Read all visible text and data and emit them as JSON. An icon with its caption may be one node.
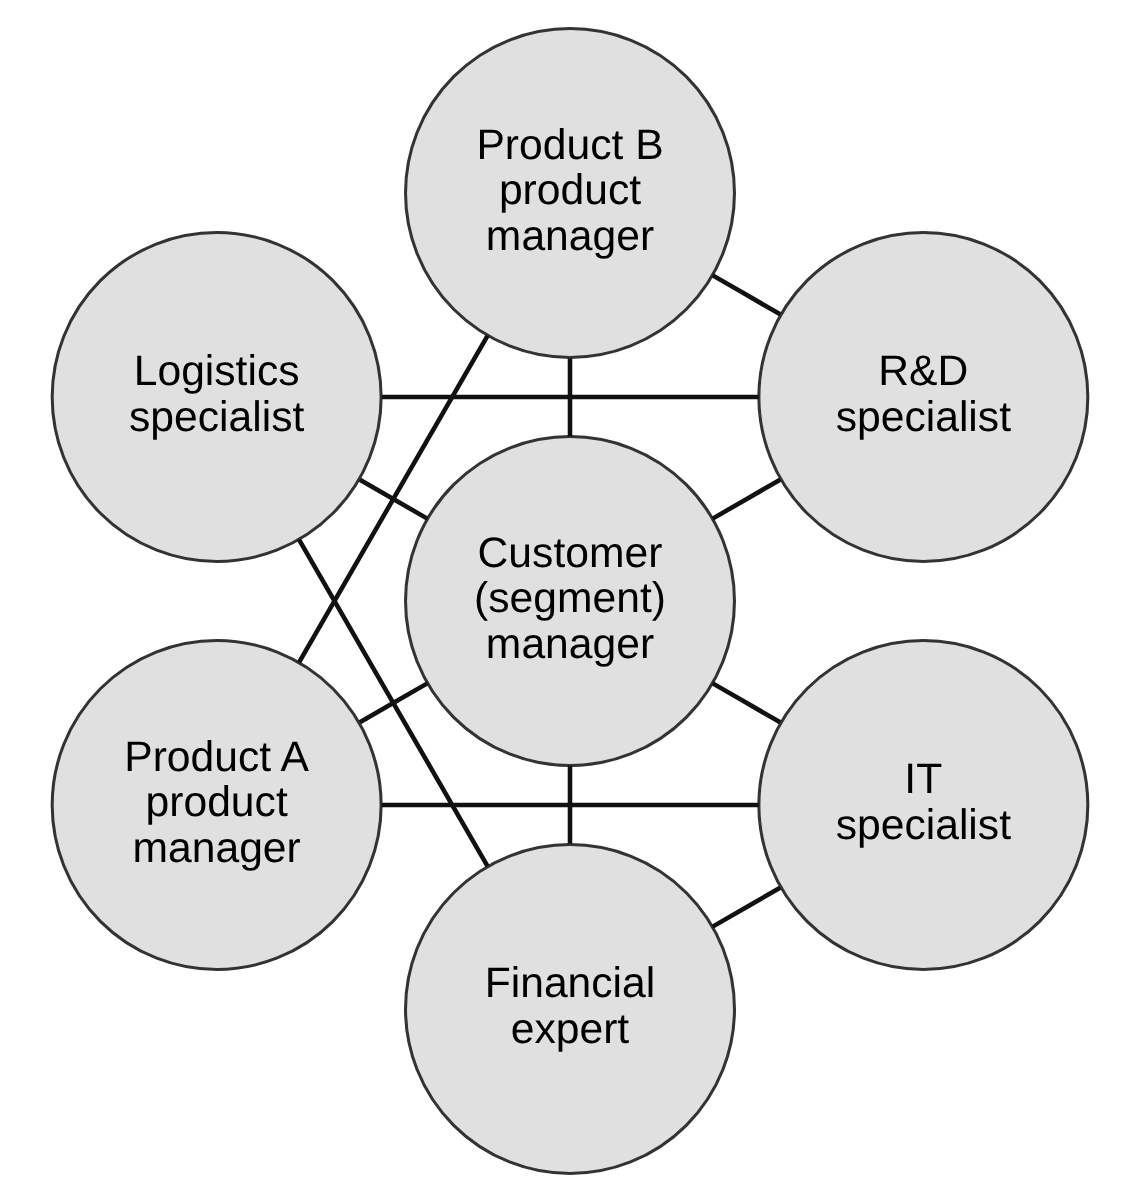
{
  "diagram": {
    "nodes": [
      {
        "text": [
          "R&D specialist"
        ]
      },
      {
        "text": [
          "Product B product manager"
        ]
      },
      {
        "text": [
          "Logistics specialist"
        ]
      },
      {
        "text": [
          "Customer (segment) manager"
        ]
      },
      {
        "text": [
          "Product A product manager"
        ]
      },
      {
        "text": [
          "Financial expert"
        ]
      },
      {
        "text": [
          "IT specialist"
        ]
      }
    ],
    "edges": [
      {
        "from": 3,
        "to": 0,
        "arrow": "none"
      },
      {
        "from": 3,
        "to": 2,
        "arrow": "none"
      },
      {
        "from": 3,
        "to": 5,
        "arrow": "none"
      },
      {
        "from": 3,
        "to": 6,
        "arrow": "none"
      },
      {
        "from": 3,
        "to": 4,
        "arrow": "none"
      },
      {
        "from": 3,
        "to": 1,
        "arrow": "none"
      },
      {
        "from": 0,
        "to": 2,
        "arrow": "none"
      },
      {
        "from": 2,
        "to": 5,
        "arrow": "none"
      },
      {
        "from": 5,
        "to": 6,
        "arrow": "none"
      },
      {
        "from": 6,
        "to": 4,
        "arrow": "none"
      },
      {
        "from": 4,
        "to": 1,
        "arrow": "none"
      },
      {
        "from": 1,
        "to": 0,
        "arrow": "none"
      }
    ]
  }
}
